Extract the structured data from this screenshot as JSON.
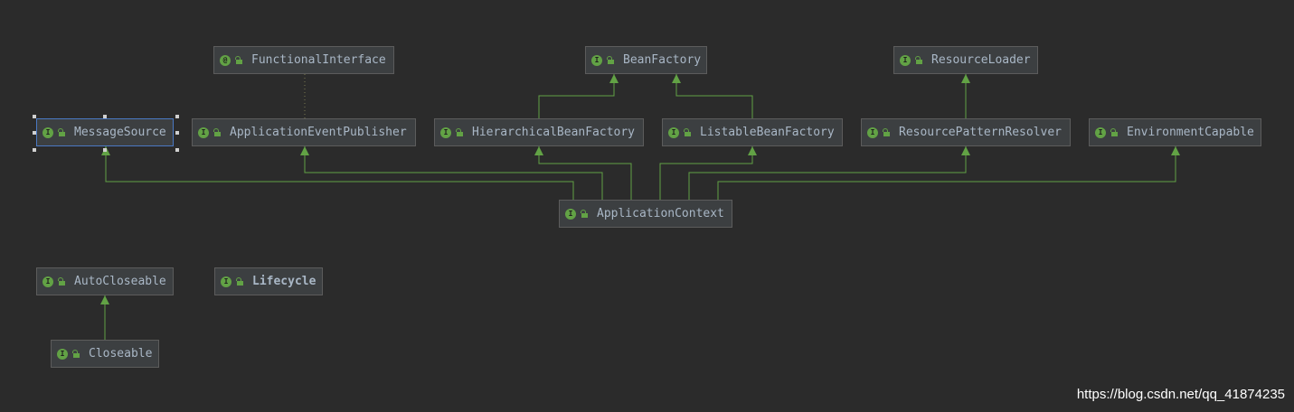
{
  "colors": {
    "background": "#2b2b2b",
    "node_fill": "#3c3f41",
    "node_border": "#5c5c5c",
    "selection": "#4a78c2",
    "arrow": "#62a245",
    "text": "#a9b7c6"
  },
  "nodes": [
    {
      "id": "functional-interface",
      "label": "FunctionalInterface",
      "kind": "@",
      "kind_icon": "annotation-icon"
    },
    {
      "id": "bean-factory",
      "label": "BeanFactory",
      "kind": "I",
      "kind_icon": "interface-icon"
    },
    {
      "id": "resource-loader",
      "label": "ResourceLoader",
      "kind": "I",
      "kind_icon": "interface-icon"
    },
    {
      "id": "message-source",
      "label": "MessageSource",
      "kind": "I",
      "kind_icon": "interface-icon",
      "selected": true
    },
    {
      "id": "application-event-publisher",
      "label": "ApplicationEventPublisher",
      "kind": "I",
      "kind_icon": "interface-icon"
    },
    {
      "id": "hierarchical-bean-factory",
      "label": "HierarchicalBeanFactory",
      "kind": "I",
      "kind_icon": "interface-icon"
    },
    {
      "id": "listable-bean-factory",
      "label": "ListableBeanFactory",
      "kind": "I",
      "kind_icon": "interface-icon"
    },
    {
      "id": "resource-pattern-resolver",
      "label": "ResourcePatternResolver",
      "kind": "I",
      "kind_icon": "interface-icon"
    },
    {
      "id": "environment-capable",
      "label": "EnvironmentCapable",
      "kind": "I",
      "kind_icon": "interface-icon"
    },
    {
      "id": "application-context",
      "label": "ApplicationContext",
      "kind": "I",
      "kind_icon": "interface-icon"
    },
    {
      "id": "auto-closeable",
      "label": "AutoCloseable",
      "kind": "I",
      "kind_icon": "interface-icon"
    },
    {
      "id": "lifecycle",
      "label": "Lifecycle",
      "kind": "I",
      "kind_icon": "interface-icon",
      "bold": true
    },
    {
      "id": "closeable",
      "label": "Closeable",
      "kind": "I",
      "kind_icon": "interface-icon"
    }
  ],
  "edges": [
    {
      "from": "hierarchical-bean-factory",
      "to": "bean-factory",
      "type": "extends"
    },
    {
      "from": "listable-bean-factory",
      "to": "bean-factory",
      "type": "extends"
    },
    {
      "from": "resource-pattern-resolver",
      "to": "resource-loader",
      "type": "extends"
    },
    {
      "from": "application-event-publisher",
      "to": "functional-interface",
      "type": "annotated"
    },
    {
      "from": "application-context",
      "to": "message-source",
      "type": "extends"
    },
    {
      "from": "application-context",
      "to": "application-event-publisher",
      "type": "extends"
    },
    {
      "from": "application-context",
      "to": "hierarchical-bean-factory",
      "type": "extends"
    },
    {
      "from": "application-context",
      "to": "listable-bean-factory",
      "type": "extends"
    },
    {
      "from": "application-context",
      "to": "resource-pattern-resolver",
      "type": "extends"
    },
    {
      "from": "application-context",
      "to": "environment-capable",
      "type": "extends"
    },
    {
      "from": "closeable",
      "to": "auto-closeable",
      "type": "extends"
    }
  ],
  "watermark": "https://blog.csdn.net/qq_41874235"
}
